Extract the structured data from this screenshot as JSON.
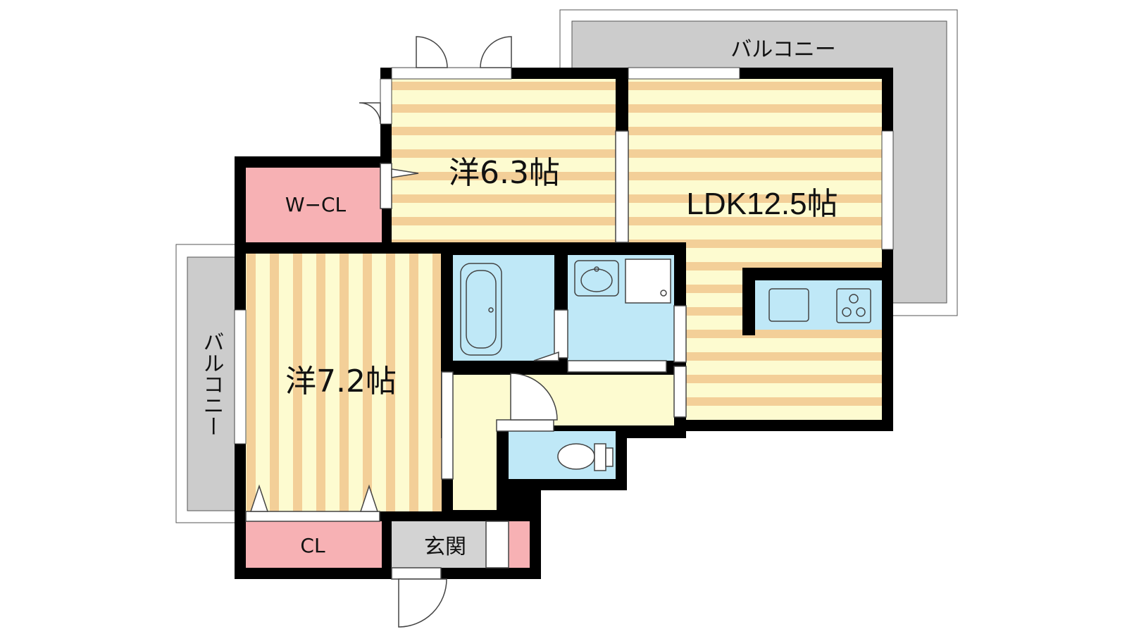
{
  "rooms": {
    "balcony_top": "バルコニー",
    "balcony_left": "バルコニー",
    "western_room_a": "洋6.3帖",
    "ldk": "LDK12.5帖",
    "walk_in_closet": "W−CL",
    "western_room_b": "洋7.2帖",
    "closet": "CL",
    "entrance": "玄関"
  },
  "colors": {
    "wall": "#000000",
    "floor_light": "#fdfbd0",
    "floor_stripe": "#f3cf98",
    "closet": "#f7b1b4",
    "wet_area": "#bfe8f7",
    "balcony": "#cccccc",
    "hall": "#fdfbd0",
    "entrance": "#d3d3d3"
  },
  "icons": {
    "bath": "bathtub-icon",
    "sink": "washbasin-icon",
    "toilet": "toilet-icon",
    "stove": "stove-icon",
    "kitchen_sink": "kitchen-sink-icon"
  }
}
